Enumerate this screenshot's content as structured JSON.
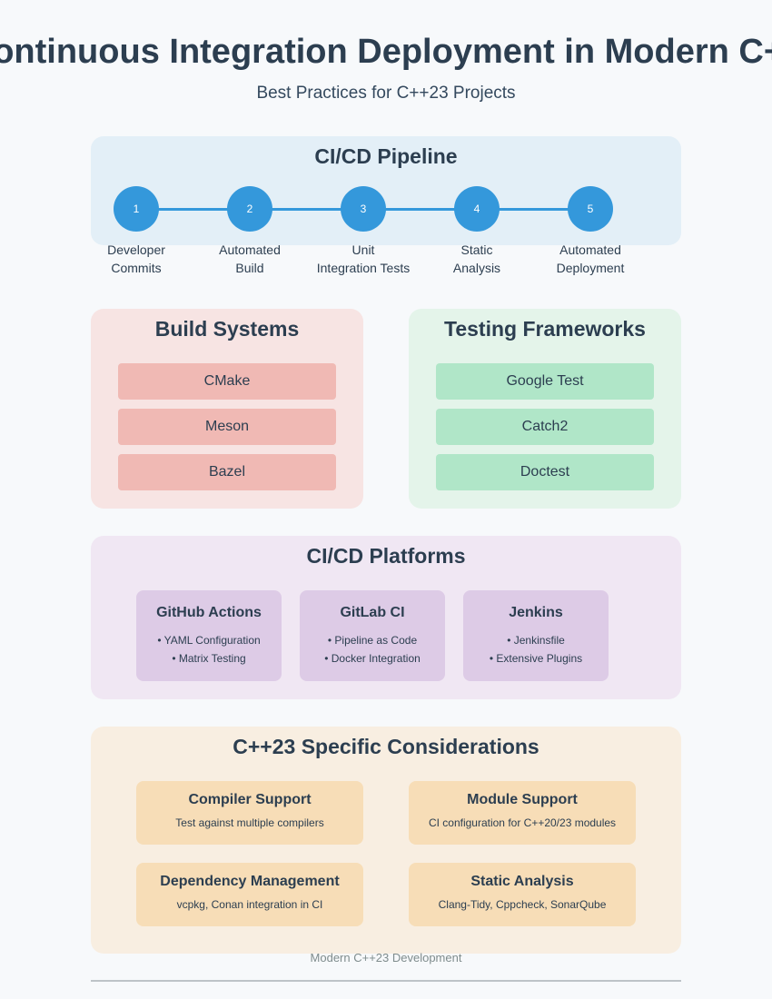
{
  "header": {
    "title": "Continuous Integration Deployment in Modern C++",
    "subtitle": "Best Practices for C++23 Projects"
  },
  "pipeline": {
    "title": "CI/CD Pipeline",
    "steps": [
      {
        "number": "1",
        "label_line1": "Developer",
        "label_line2": "Commits"
      },
      {
        "number": "2",
        "label_line1": "Automated",
        "label_line2": "Build"
      },
      {
        "number": "3",
        "label_line1": "Unit",
        "label_line2": "Integration Tests"
      },
      {
        "number": "4",
        "label_line1": "Static",
        "label_line2": "Analysis"
      },
      {
        "number": "5",
        "label_line1": "Automated",
        "label_line2": "Deployment"
      }
    ]
  },
  "build_systems": {
    "title": "Build Systems",
    "items": [
      "CMake",
      "Meson",
      "Bazel"
    ]
  },
  "testing_frameworks": {
    "title": "Testing Frameworks",
    "items": [
      "Google Test",
      "Catch2",
      "Doctest"
    ]
  },
  "platforms": {
    "title": "CI/CD Platforms",
    "cards": [
      {
        "name": "GitHub Actions",
        "features": [
          "• YAML Configuration",
          "• Matrix Testing"
        ]
      },
      {
        "name": "GitLab CI",
        "features": [
          "• Pipeline as Code",
          "• Docker Integration"
        ]
      },
      {
        "name": "Jenkins",
        "features": [
          "• Jenkinsfile",
          "• Extensive Plugins"
        ]
      }
    ]
  },
  "considerations": {
    "title": "C++23 Specific Considerations",
    "cards": [
      {
        "title": "Compiler Support",
        "desc": "Test against multiple compilers"
      },
      {
        "title": "Module Support",
        "desc": "CI configuration for C++20/23 modules"
      },
      {
        "title": "Dependency Management",
        "desc": "vcpkg, Conan integration in CI"
      },
      {
        "title": "Static Analysis",
        "desc": "Clang-Tidy, Cppcheck, SonarQube"
      }
    ]
  },
  "footer": {
    "text": "Modern C++23 Development"
  },
  "colors": {
    "accent": "#3498db",
    "text": "#2c3e50",
    "pipeline_bg": "#e3eff7",
    "build_bg": "#f7e4e3",
    "build_item": "#f0b9b4",
    "testing_bg": "#e4f4ea",
    "testing_item": "#b0e6c8",
    "platforms_bg": "#f0e7f3",
    "platforms_item": "#ddcbe6",
    "considerations_bg": "#f8eee1",
    "considerations_item": "#f7ddb7"
  }
}
